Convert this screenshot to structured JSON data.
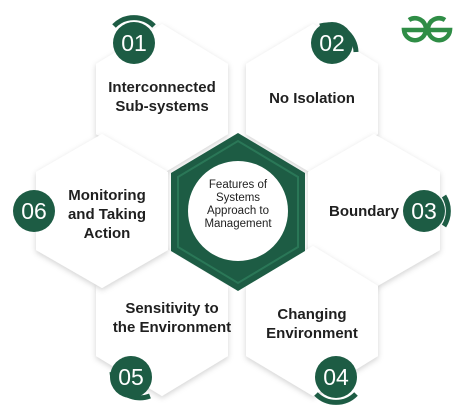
{
  "brand": {
    "logo_text": "GeeksforGeeks",
    "color": "#2f8d46"
  },
  "colors": {
    "accent": "#1d5c44",
    "accent_light": "#2a7757",
    "card": "#ffffff"
  },
  "center": {
    "text": "Features of Systems Approach to Management"
  },
  "features": [
    {
      "number": "01",
      "label": "Interconnected Sub-systems"
    },
    {
      "number": "02",
      "label": "No Isolation"
    },
    {
      "number": "03",
      "label": "Boundary"
    },
    {
      "number": "04",
      "label": "Changing Environment"
    },
    {
      "number": "05",
      "label": "Sensitivity to the Environment"
    },
    {
      "number": "06",
      "label": "Monitoring and Taking Action"
    }
  ]
}
